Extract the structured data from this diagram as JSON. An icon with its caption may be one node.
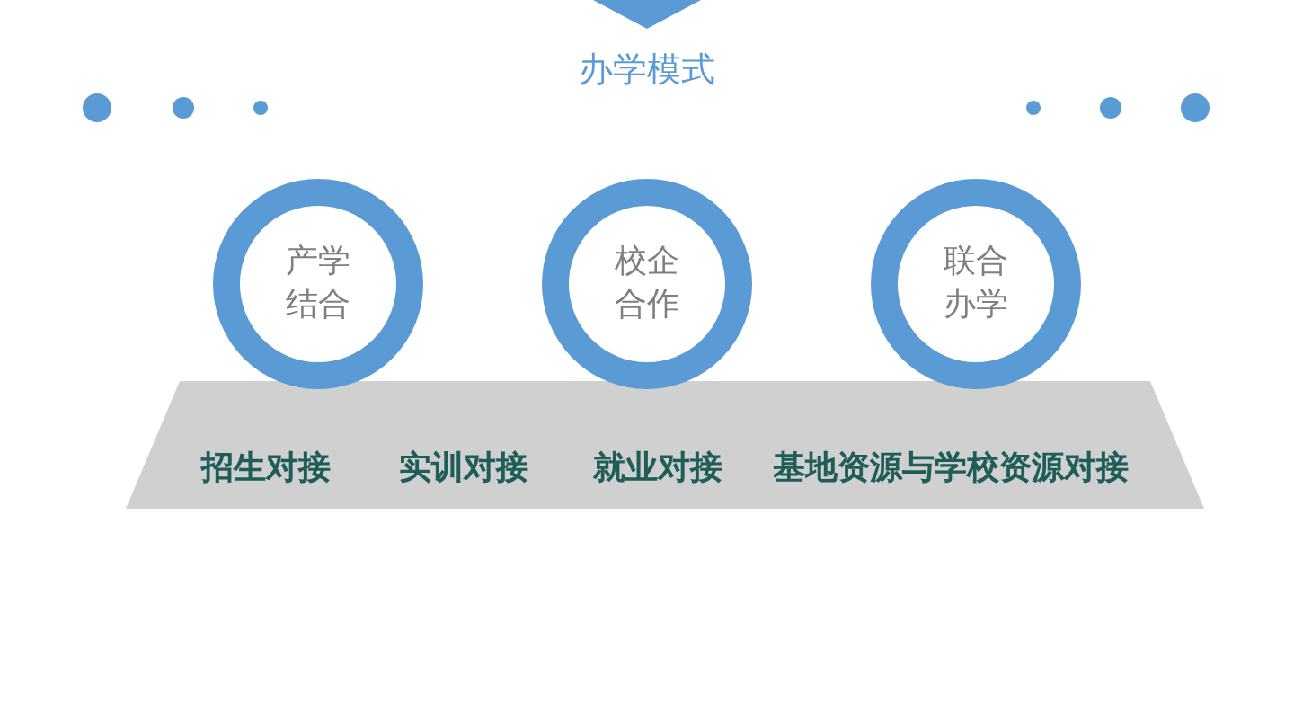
{
  "diagram": {
    "title": "办学模式",
    "nodes": [
      {
        "text": [
          "产学结合"
        ]
      },
      {
        "text": [
          "校企合作"
        ]
      },
      {
        "text": [
          "联合办学"
        ]
      },
      {
        "text": [
          "招生对接",
          "实训对接",
          "就业对接",
          "基地资源与学校资源对接"
        ]
      }
    ]
  }
}
